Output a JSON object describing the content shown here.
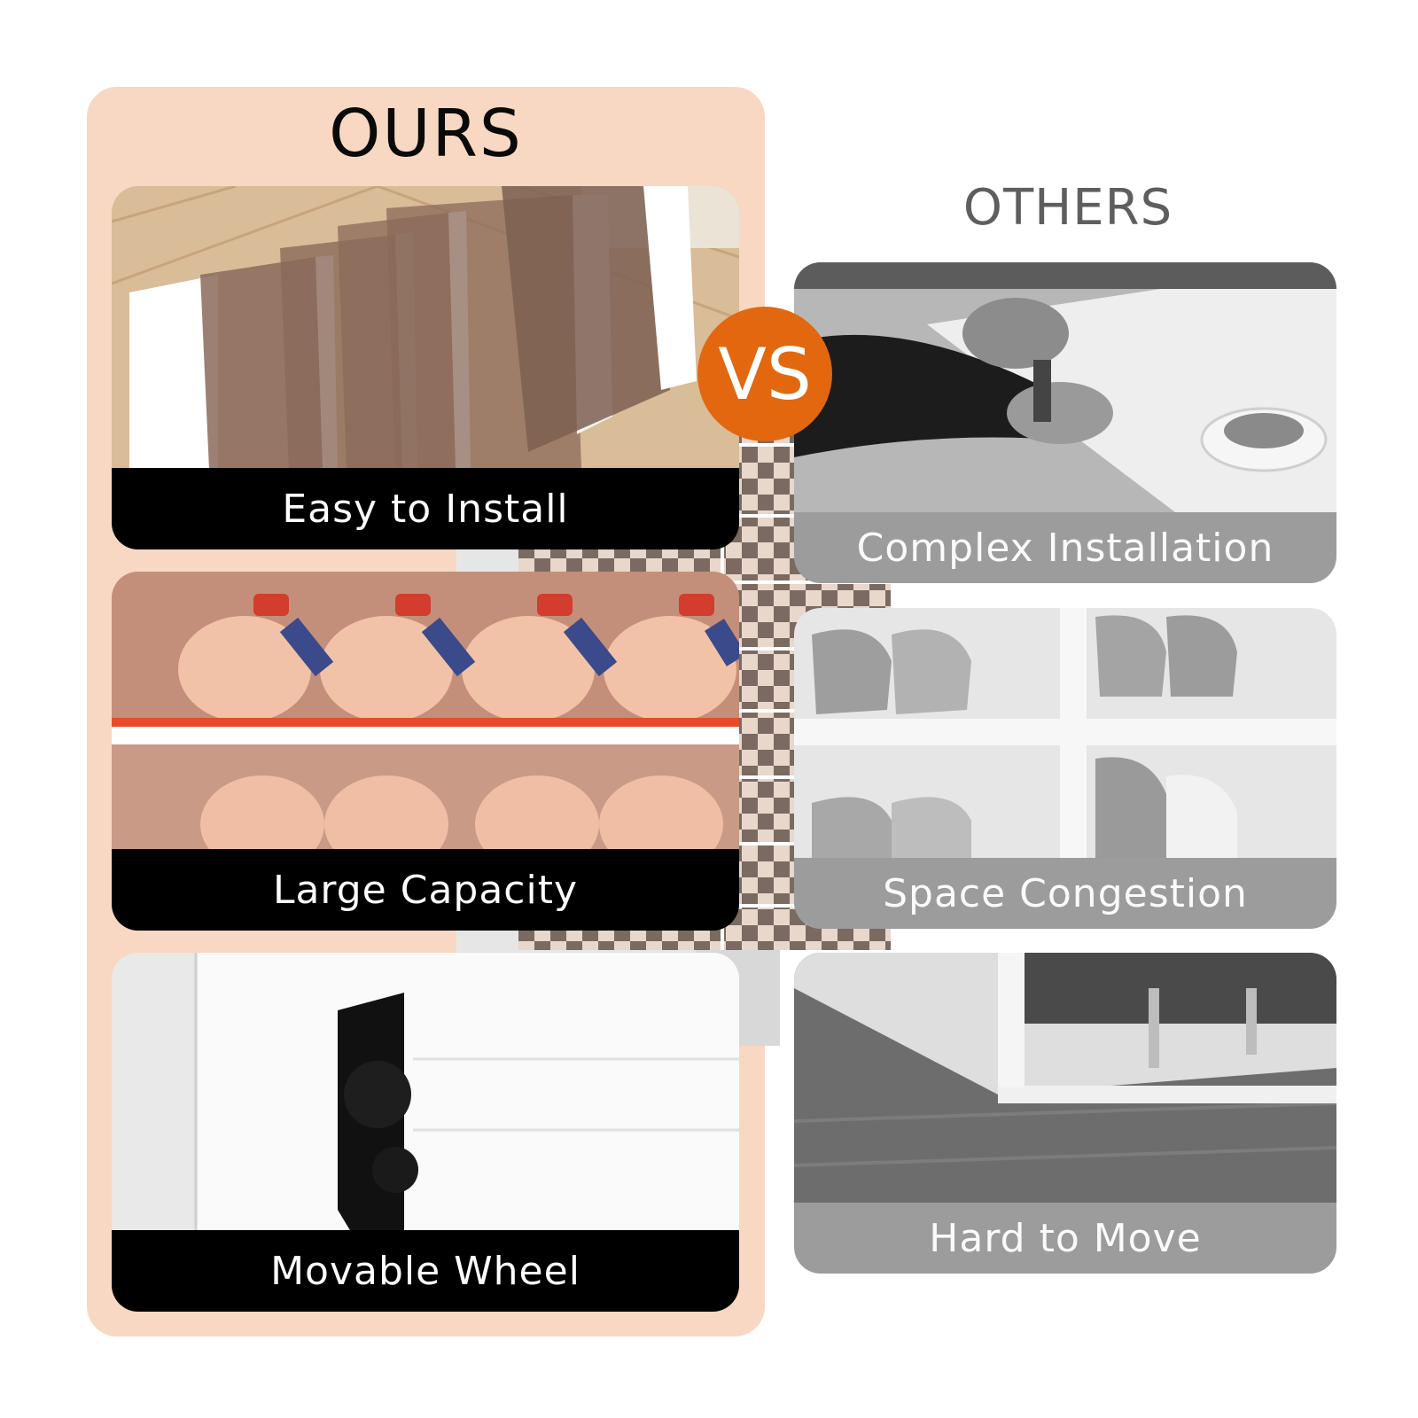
{
  "headings": {
    "ours": "OURS",
    "others": "OTHERS",
    "vs": "VS"
  },
  "ours_features": [
    {
      "label": "Easy to Install"
    },
    {
      "label": "Large Capacity"
    },
    {
      "label": "Movable Wheel"
    }
  ],
  "others_features": [
    {
      "label": "Complex Installation"
    },
    {
      "label": "Space Congestion"
    },
    {
      "label": "Hard to Move"
    }
  ],
  "colors": {
    "ours_panel": "#f8d8c2",
    "vs_badge": "#e2670f",
    "ours_caption_bg": "#000000",
    "others_caption_bg": "#9c9c9c"
  }
}
